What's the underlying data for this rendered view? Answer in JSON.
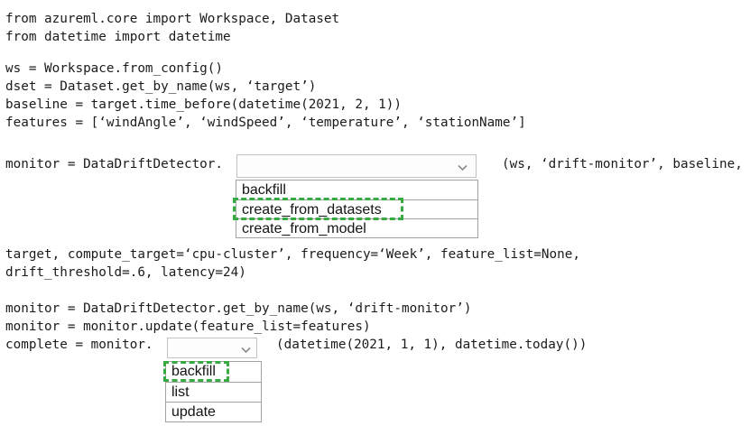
{
  "code": {
    "block_a": [
      "from azureml.core import Workspace, Dataset",
      "from datetime import datetime"
    ],
    "block_b": [
      "ws = Workspace.from_config()",
      "dset = Dataset.get_by_name(ws, ‘target’)",
      "baseline = target.time_before(datetime(2021, 2, 1))",
      "features = [‘windAngle’, ‘windSpeed’, ‘temperature’, ‘stationName’]"
    ],
    "monitor_line": {
      "prefix": "monitor = DataDriftDetector.",
      "suffix": "(ws, ‘drift-monitor’, baseline,"
    },
    "block_c": [
      "target, compute_target=‘cpu-cluster’, frequency=‘Week’, feature_list=None,",
      "drift_threshold=.6, latency=24)"
    ],
    "block_d": [
      "monitor = DataDriftDetector.get_by_name(ws, ‘drift-monitor’)",
      "monitor = monitor.update(feature_list=features)"
    ],
    "complete_line": {
      "prefix": "complete = monitor.",
      "suffix": "(datetime(2021, 1, 1), datetime.today())"
    }
  },
  "dropdown1": {
    "selected_value": "",
    "options": [
      "backfill",
      "create_from_datasets",
      "create_from_model"
    ],
    "highlighted_option": "create_from_datasets"
  },
  "dropdown2": {
    "selected_value": "",
    "options": [
      "backfill",
      "list",
      "update"
    ],
    "highlighted_option": "backfill"
  },
  "colors": {
    "highlight_green": "#35ab42",
    "list_border": "#a3a3a3",
    "combo_border": "#c2c2c2",
    "text": "#1b1b1b"
  },
  "icons": {
    "dropdown_chevron": "chevron-down-icon"
  }
}
